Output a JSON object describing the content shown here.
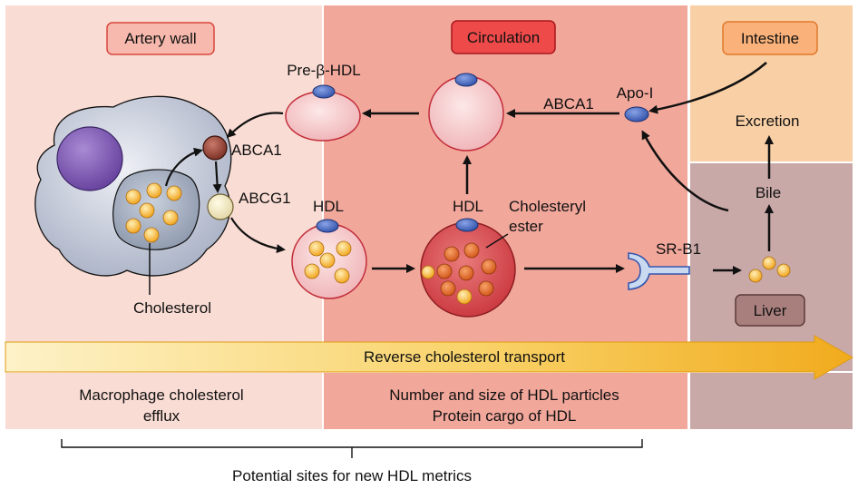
{
  "regions": {
    "artery_wall": "Artery wall",
    "circulation": "Circulation",
    "intestine": "Intestine",
    "liver": "Liver"
  },
  "labels": {
    "cholesterol": "Cholesterol",
    "abca1_cell": "ABCA1",
    "abcg1": "ABCG1",
    "pre_beta_hdl": "Pre-β-HDL",
    "hdl_left": "HDL",
    "hdl_right": "HDL",
    "cholesteryl_ester_line1": "Cholesteryl",
    "cholesteryl_ester_line2": "ester",
    "abca1_circ": "ABCA1",
    "apo_i": "Apo-I",
    "sr_b1": "SR-B1",
    "excretion": "Excretion",
    "bile": "Bile"
  },
  "banner": "Reverse cholesterol transport",
  "metrics": {
    "left_line1": "Macrophage cholesterol",
    "left_line2": "efflux",
    "right_line1": "Number and size of HDL particles",
    "right_line2": "Protein cargo of HDL"
  },
  "footer": "Potential sites for new HDL metrics",
  "colors": {
    "artery_bg": "#f9dcd3",
    "circulation_bg": "#f2a79b",
    "intestine_bg": "#f9cfa5",
    "liver_bg": "#c8a9a8",
    "arrow_fill": "#f7c233",
    "hdl_particle": "#f6c4c4",
    "cholesterol_dot": "#f5b133",
    "ester_dot": "#e36d2a",
    "apo_blue": "#4e6fc4",
    "macrophage": "#c4cad8",
    "nucleus": "#7d5bb0"
  }
}
